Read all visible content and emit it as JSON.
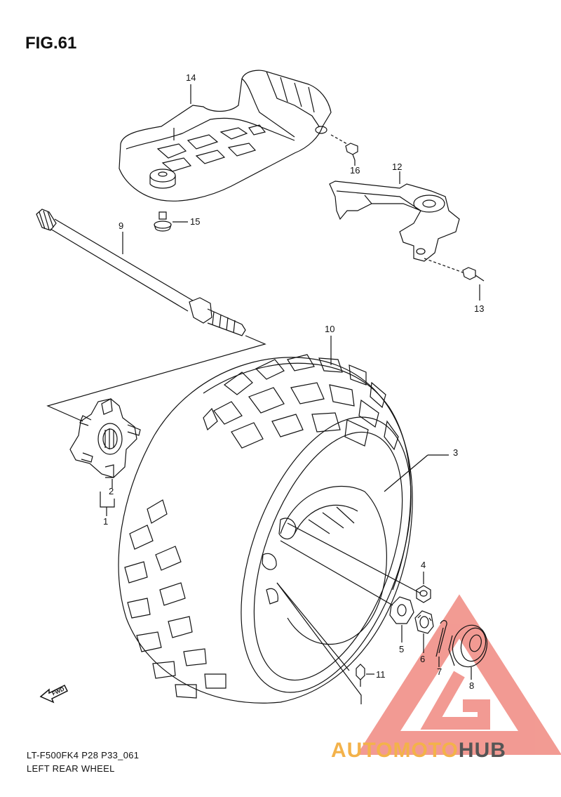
{
  "figure": {
    "title": "FIG.61"
  },
  "callouts": {
    "c1": "1",
    "c2": "2",
    "c3": "3",
    "c4": "4",
    "c5": "5",
    "c6": "6",
    "c7": "7",
    "c8": "8",
    "c9": "9",
    "c10": "10",
    "c11": "11",
    "c12": "12",
    "c13": "13",
    "c14": "14",
    "c15": "15",
    "c16": "16"
  },
  "fwd_label": "FWD",
  "footer": {
    "model_code": "LT-F500FK4 P28 P33_061",
    "caption": "LEFT REAR WHEEL"
  },
  "watermark": {
    "part1": "AUTOMOTO",
    "part2": "HUB",
    "color1": "#f3b24a",
    "color2": "#555555",
    "logo_color": "#e8483b"
  }
}
